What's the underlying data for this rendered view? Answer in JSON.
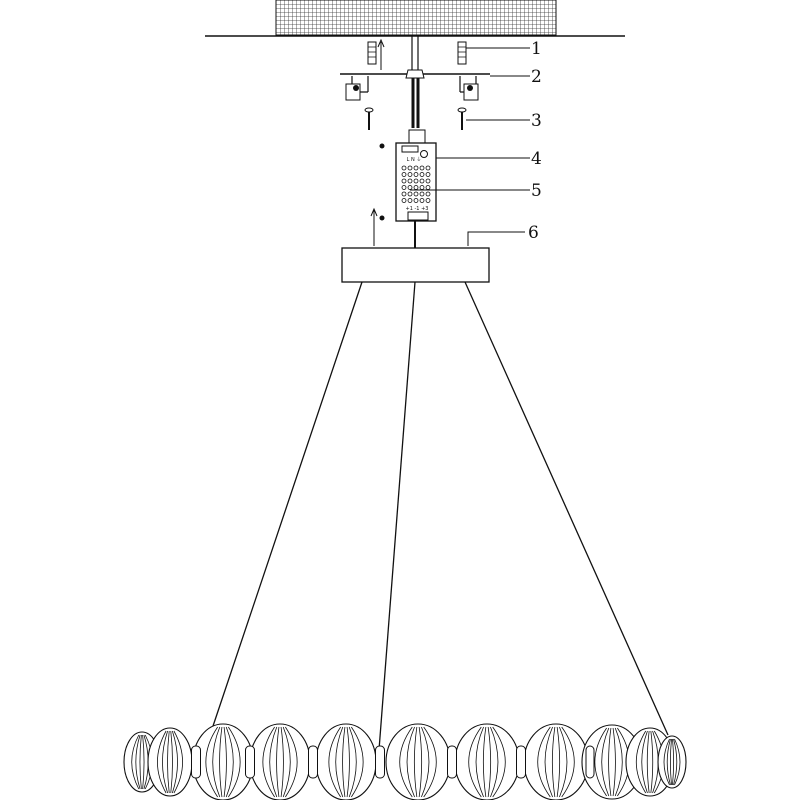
{
  "callouts": [
    {
      "label": "1",
      "part": "wall-anchor"
    },
    {
      "label": "2",
      "part": "mounting-bracket"
    },
    {
      "label": "3",
      "part": "mounting-screw"
    },
    {
      "label": "4",
      "part": "driver-box"
    },
    {
      "label": "5",
      "part": "terminal-block"
    },
    {
      "label": "6",
      "part": "canopy"
    }
  ],
  "driver_terminal_text": "L N ⏚",
  "terminal_block_text": "+1 -1 +3",
  "colors": {
    "line": "#111111",
    "background": "#ffffff"
  },
  "pendant": {
    "sphere_count": 11,
    "suspension_cable_count": 3
  }
}
